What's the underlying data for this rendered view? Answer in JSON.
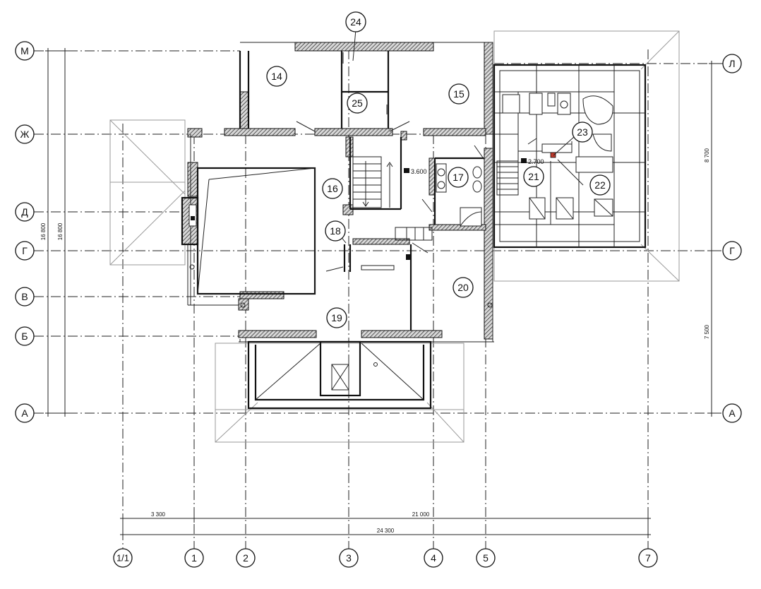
{
  "grid": {
    "rows": [
      {
        "id": "row-m",
        "label": "М"
      },
      {
        "id": "row-l",
        "label": "Л"
      },
      {
        "id": "row-zh",
        "label": "Ж"
      },
      {
        "id": "row-d",
        "label": "Д"
      },
      {
        "id": "row-g",
        "label": "Г"
      },
      {
        "id": "row-g-right",
        "label": "Г"
      },
      {
        "id": "row-v",
        "label": "В"
      },
      {
        "id": "row-b",
        "label": "Б"
      },
      {
        "id": "row-a",
        "label": "А"
      },
      {
        "id": "row-a-right",
        "label": "А"
      }
    ],
    "columns": [
      {
        "id": "col-1-1",
        "label": "1/1"
      },
      {
        "id": "col-1",
        "label": "1"
      },
      {
        "id": "col-2",
        "label": "2"
      },
      {
        "id": "col-3",
        "label": "3"
      },
      {
        "id": "col-4",
        "label": "4"
      },
      {
        "id": "col-5",
        "label": "5"
      },
      {
        "id": "col-7",
        "label": "7"
      }
    ]
  },
  "dimensions": {
    "bottom_left": "3 300",
    "bottom_right": "21 000",
    "bottom_total": "24 300",
    "left_outer": "16 800",
    "left_inner": "16 800",
    "right_upper": "8 700",
    "right_lower": "7 500"
  },
  "rooms": [
    "14",
    "15",
    "16",
    "17",
    "18",
    "19",
    "20",
    "21",
    "22",
    "23",
    "24",
    "25"
  ],
  "levels": {
    "stair_main": "3.600",
    "stair_secondary": "2.700"
  },
  "colors": {
    "wall_hatch": "#7a7a7a",
    "lines": "#111111",
    "roof_lines": "#9a9a9a"
  }
}
